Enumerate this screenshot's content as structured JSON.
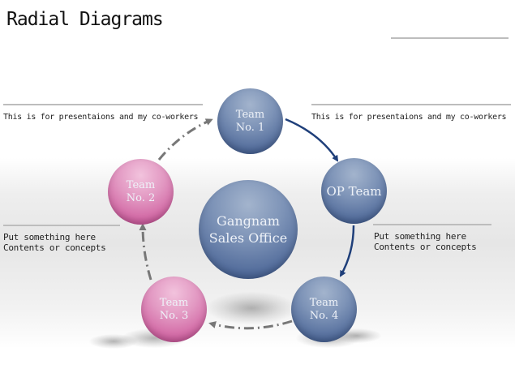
{
  "header": {
    "title": "Radial Diagrams"
  },
  "notes": {
    "top_left": "This is for presentaions and my co-workers",
    "top_right": "This is for presentaions and my co-workers",
    "mid_left": [
      "Put something here",
      "Contents or concepts"
    ],
    "mid_right": [
      "Put something here",
      "Contents or concepts"
    ]
  },
  "center": {
    "line1": "Gangnam",
    "line2": "Sales Office"
  },
  "nodes": [
    {
      "line1": "Team",
      "line2": "No. 1",
      "color": "blue"
    },
    {
      "line1": "OP Team",
      "line2": "",
      "color": "blue"
    },
    {
      "line1": "Team",
      "line2": "No. 4",
      "color": "blue"
    },
    {
      "line1": "Team",
      "line2": "No. 3",
      "color": "pink"
    },
    {
      "line1": "Team",
      "line2": "No. 2",
      "color": "pink"
    }
  ],
  "colors": {
    "blue_arrow": "#1f3f7a",
    "gray_arrow": "#777777",
    "pink": "#d46ea8",
    "blue": "#5a73a0"
  }
}
